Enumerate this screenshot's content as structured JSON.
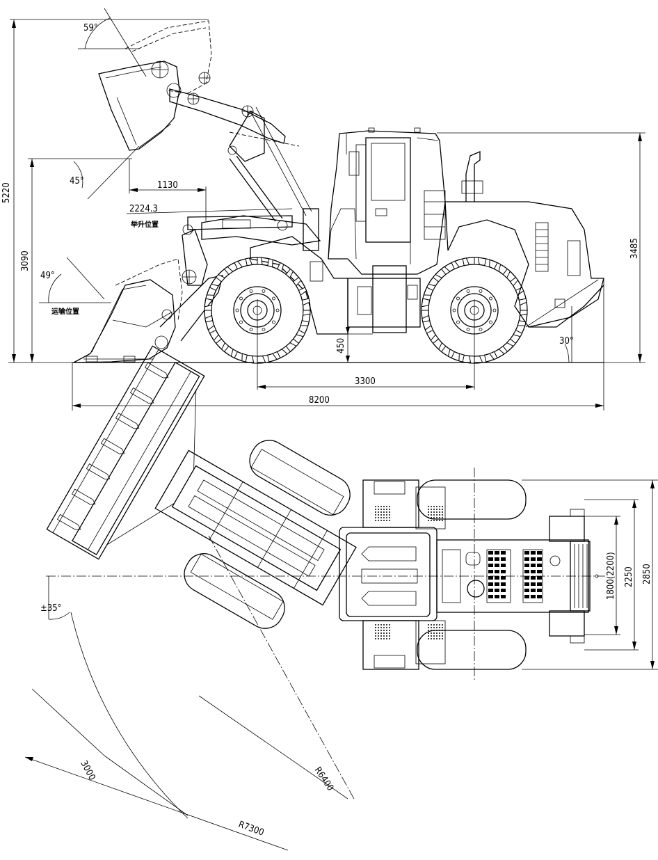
{
  "side_view": {
    "dim_overall_height": "5220",
    "dim_lift_height": "3090",
    "dim_cab_height": "3485",
    "dim_reach": "1130",
    "dim_dump_clearance": "2224.3",
    "dim_ground_clearance": "450",
    "dim_wheelbase": "3300",
    "dim_overall_length": "8200",
    "angle_rollback_top": "59°",
    "angle_dump": "45°",
    "angle_rollback_ground": "49°",
    "angle_departure": "30°",
    "label_lift_position": "举升位置",
    "label_transport_position": "运输位置"
  },
  "top_view": {
    "dim_width_outer": "2850",
    "dim_width_tires": "2250",
    "dim_tread": "1800(2200)",
    "dim_bucket_width": "3000",
    "dim_turn_radius_inner": "R6400",
    "dim_turn_radius_outer": "R7300",
    "angle_articulation": "±35°"
  }
}
